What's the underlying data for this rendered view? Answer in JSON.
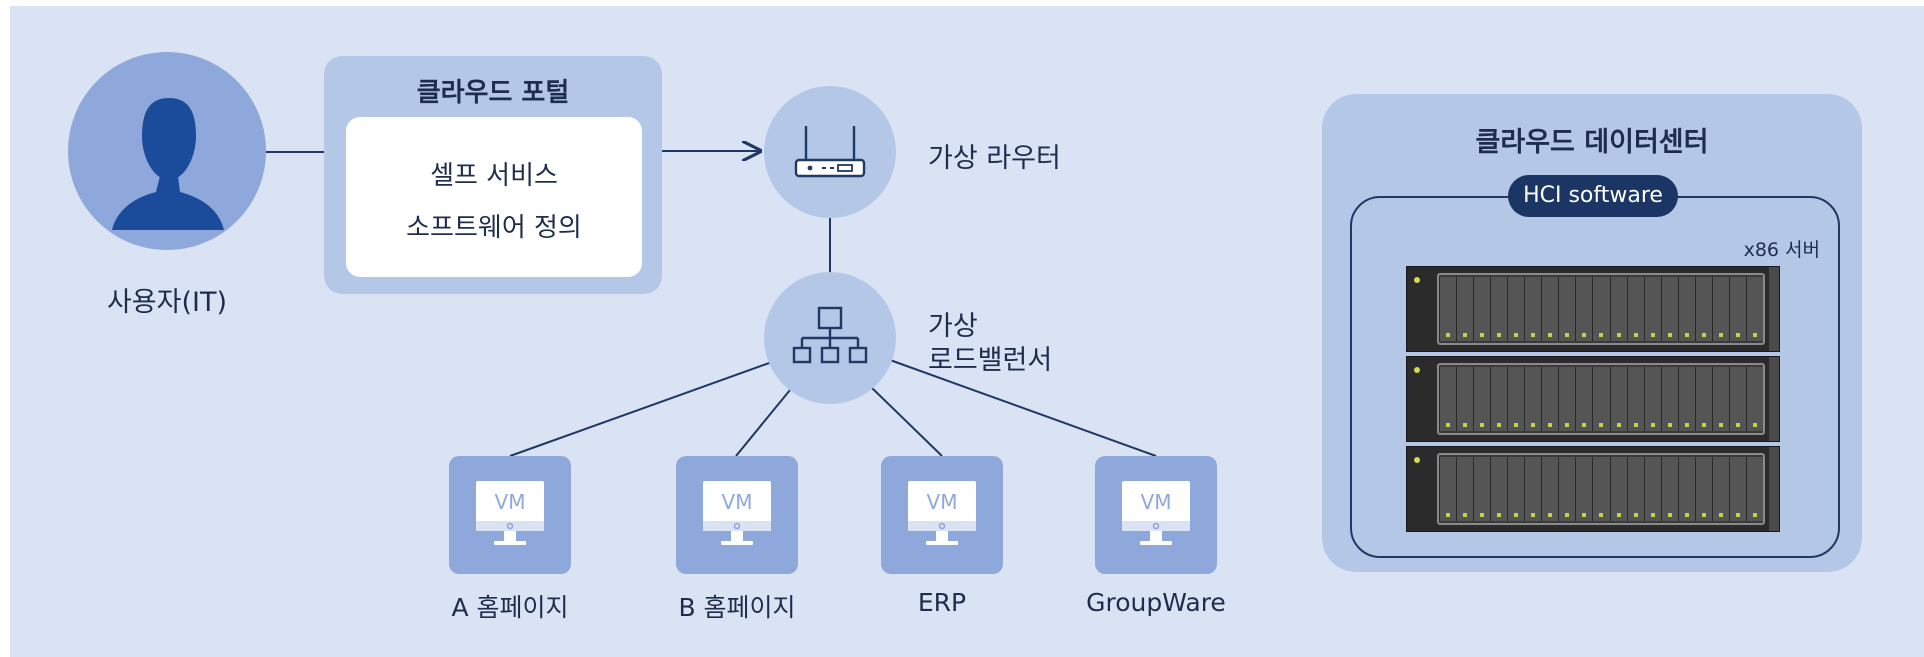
{
  "user": {
    "label": "사용자(IT)",
    "icon": "user-silhouette-icon"
  },
  "portal": {
    "title": "클라우드 포털",
    "lines": [
      "셀프 서비스",
      "소프트웨어 정의"
    ]
  },
  "router": {
    "label": "가상 라우터",
    "icon": "router-icon"
  },
  "load_balancer": {
    "label_lines": [
      "가상",
      "로드밸런서"
    ],
    "icon": "network-hierarchy-icon"
  },
  "vms": [
    {
      "badge": "VM",
      "label": "A 홈페이지"
    },
    {
      "badge": "VM",
      "label": "B 홈페이지"
    },
    {
      "badge": "VM",
      "label": "ERP"
    },
    {
      "badge": "VM",
      "label": "GroupWare"
    }
  ],
  "datacenter": {
    "title": "클라우드 데이터센터",
    "software": "HCI software",
    "server_label": "x86 서버",
    "server_count": 3,
    "drive_bays_per_server": 19
  },
  "colors": {
    "background": "#dae3f3",
    "panel": "#b4c7e7",
    "node_fill": "#8fa8dc",
    "dark_navy": "#1b3664",
    "line": "#1f3864"
  }
}
